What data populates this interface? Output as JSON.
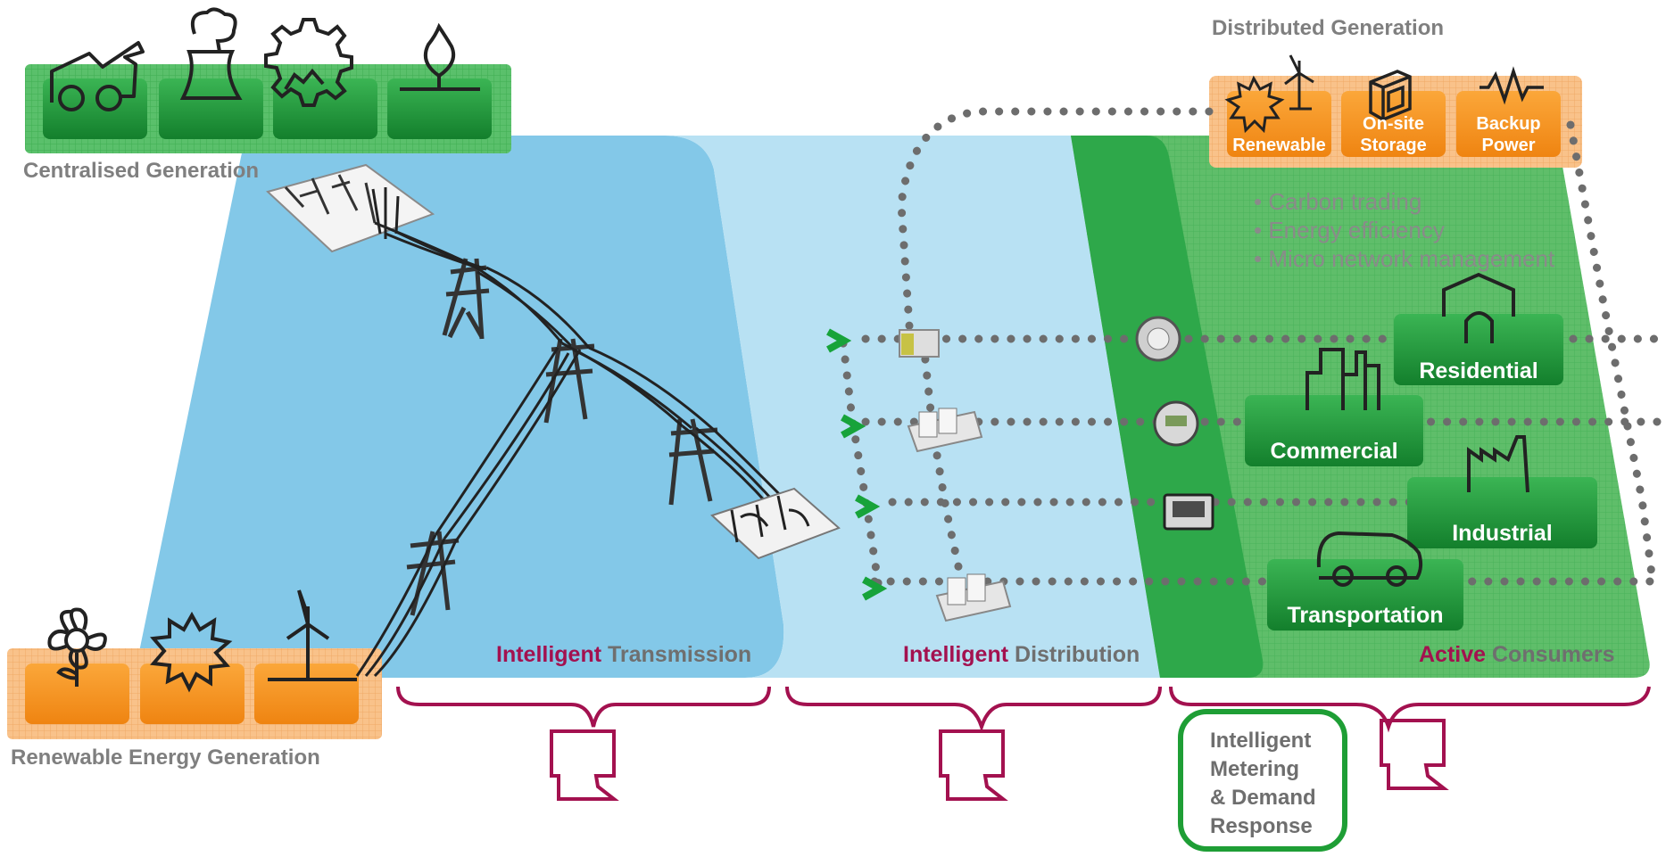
{
  "labels": {
    "centralised": "Centralised Generation",
    "renewable_gen": "Renewable Energy Generation",
    "distributed": "Distributed Generation"
  },
  "distributed_items": [
    {
      "line1": "Renewable",
      "line2": ""
    },
    {
      "line1": "On-site",
      "line2": "Storage"
    },
    {
      "line1": "Backup",
      "line2": "Power"
    }
  ],
  "bullets": [
    "• Carbon trading",
    "• Energy efficiency",
    "• Micro network management"
  ],
  "consumers": [
    "Residential",
    "Commercial",
    "Industrial",
    "Transportation"
  ],
  "zones": [
    {
      "accent": "Intelligent",
      "rest": " Transmission"
    },
    {
      "accent": "Intelligent",
      "rest": " Distribution"
    },
    {
      "accent": "Active",
      "rest": " Consumers"
    }
  ],
  "callout": [
    "Intelligent",
    "Metering",
    "& Demand",
    "Response"
  ],
  "colors": {
    "transmission": "#83c8e8",
    "distribution": "#b8e1f3",
    "consumers": "#5fbe6a",
    "meter_strip": "#2ea84a",
    "button_green": "#1f9a3a",
    "button_orange": "#f7941d",
    "accent": "#a3114f",
    "dots": "#6d6d6d"
  },
  "icons": {
    "centralised": [
      "coal-plant-icon",
      "nuclear-plant-icon",
      "gear-plant-icon",
      "gas-flame-icon"
    ],
    "renewable": [
      "flower-biomass-icon",
      "sun-icon",
      "wind-turbine-icon"
    ],
    "distributed": [
      "sun-wind-icon",
      "storage-box-icon",
      "backup-pulse-icon"
    ],
    "consumers": [
      "house-icon",
      "office-buildings-icon",
      "factory-icon",
      "car-icon"
    ]
  }
}
